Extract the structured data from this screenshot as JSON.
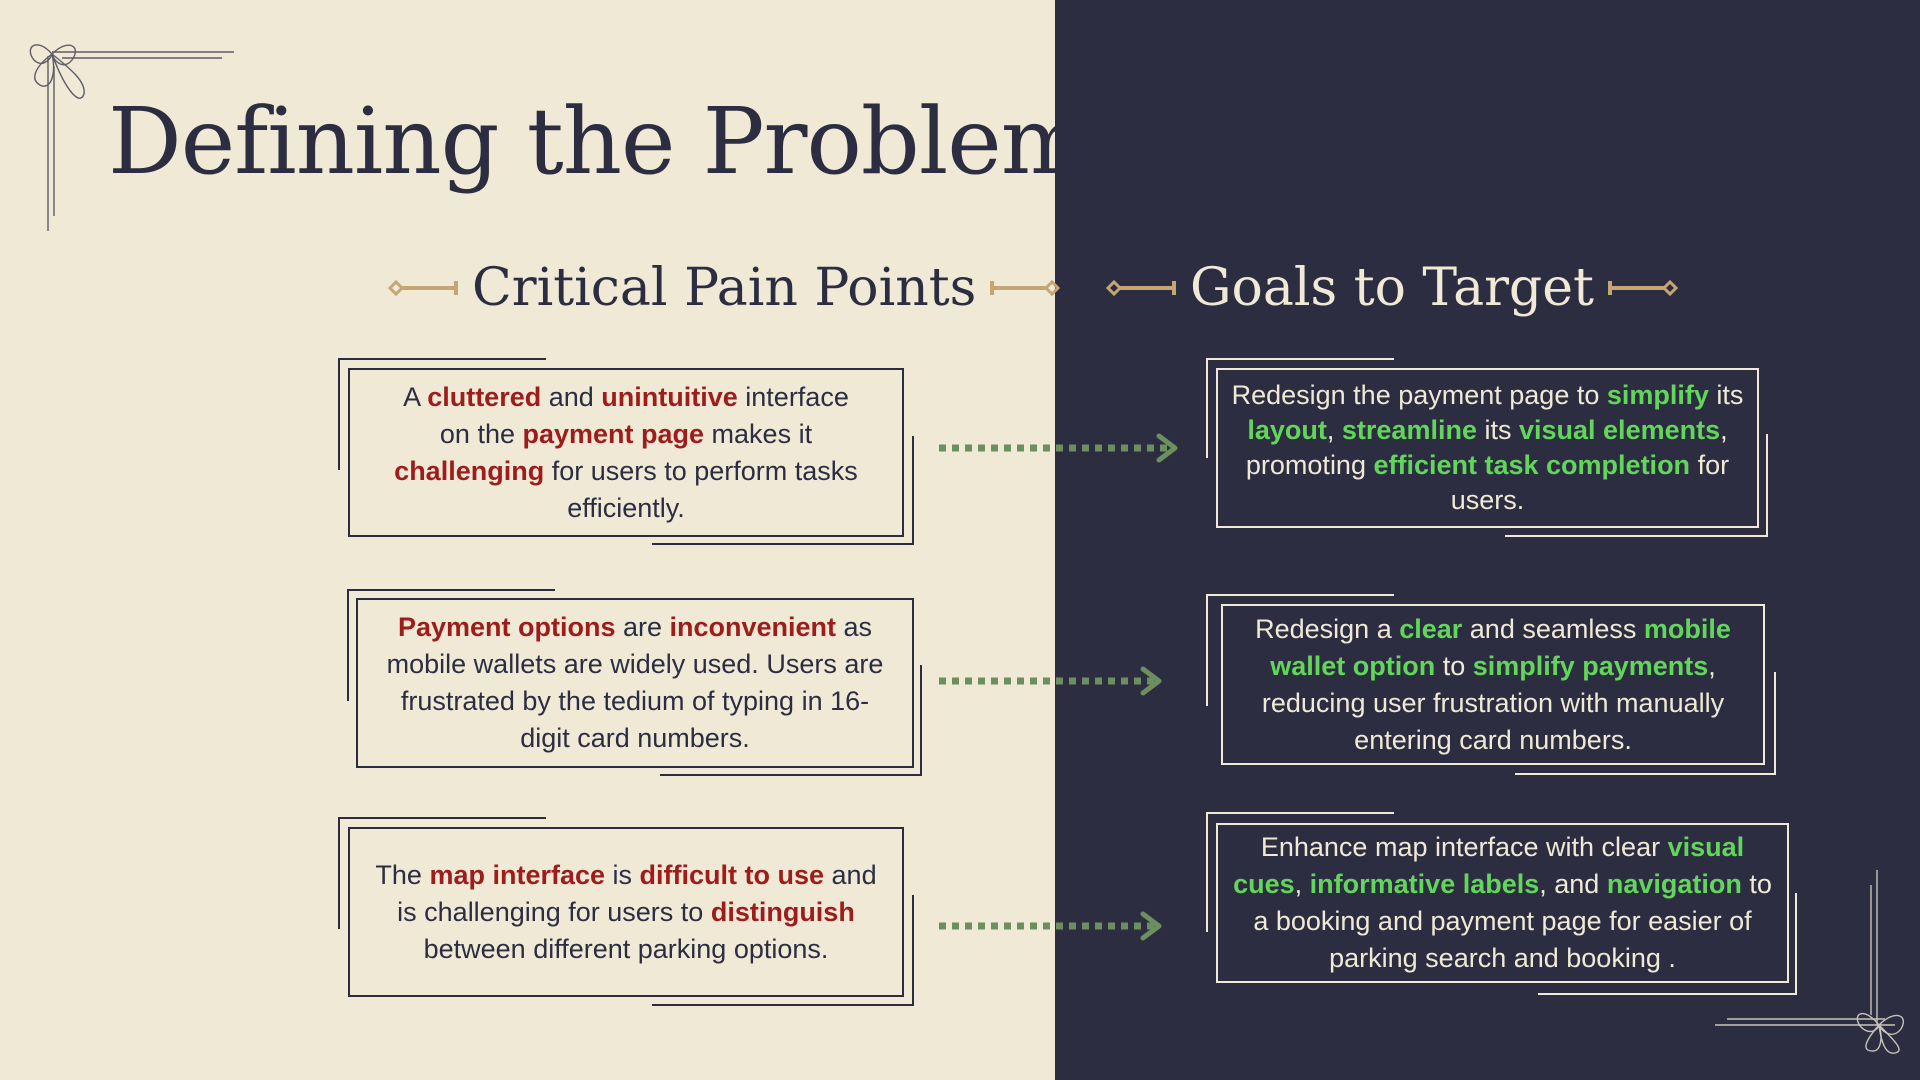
{
  "title": "Defining the Problem",
  "pain_points": {
    "heading": "Critical Pain Points",
    "items": [
      [
        {
          "t": "A ",
          "h": false
        },
        {
          "t": "cluttered",
          "h": true
        },
        {
          "t": " and ",
          "h": false
        },
        {
          "t": "unintuitive",
          "h": true
        },
        {
          "t": " interface on the ",
          "h": false
        },
        {
          "t": "payment page",
          "h": true
        },
        {
          "t": " makes it ",
          "h": false
        },
        {
          "t": "challenging",
          "h": true
        },
        {
          "t": " for users to perform tasks efficiently.",
          "h": false
        }
      ],
      [
        {
          "t": "Payment options",
          "h": true
        },
        {
          "t": " are ",
          "h": false
        },
        {
          "t": "inconvenient",
          "h": true
        },
        {
          "t": " as mobile wallets are widely used. Users are frustrated by the tedium of typing in 16-digit card numbers.",
          "h": false
        }
      ],
      [
        {
          "t": "The ",
          "h": false
        },
        {
          "t": "map interface",
          "h": true
        },
        {
          "t": " is ",
          "h": false
        },
        {
          "t": "difficult to use",
          "h": true
        },
        {
          "t": " and is challenging for users to ",
          "h": false
        },
        {
          "t": "distinguish",
          "h": true
        },
        {
          "t": " between different parking options.",
          "h": false
        }
      ]
    ]
  },
  "goals": {
    "heading": "Goals to Target",
    "items": [
      [
        {
          "t": "Redesign the payment page to ",
          "h": false
        },
        {
          "t": "simplify",
          "h": true
        },
        {
          "t": " its ",
          "h": false
        },
        {
          "t": "layout",
          "h": true
        },
        {
          "t": ", ",
          "h": false
        },
        {
          "t": "streamline",
          "h": true
        },
        {
          "t": " its ",
          "h": false
        },
        {
          "t": "visual elements",
          "h": true
        },
        {
          "t": ", promoting ",
          "h": false
        },
        {
          "t": "efficient task completion",
          "h": true
        },
        {
          "t": " for users.",
          "h": false
        }
      ],
      [
        {
          "t": "Redesign a ",
          "h": false
        },
        {
          "t": "clear",
          "h": true
        },
        {
          "t": " and seamless ",
          "h": false
        },
        {
          "t": "mobile wallet option",
          "h": true
        },
        {
          "t": " to ",
          "h": false
        },
        {
          "t": "simplify payments",
          "h": true
        },
        {
          "t": ", reducing user frustration with manually entering card numbers.",
          "h": false
        }
      ],
      [
        {
          "t": "Enhance map interface with clear ",
          "h": false
        },
        {
          "t": "visual cues",
          "h": true
        },
        {
          "t": ", ",
          "h": false
        },
        {
          "t": "informative labels",
          "h": true
        },
        {
          "t": ", and ",
          "h": false
        },
        {
          "t": "navigation",
          "h": true
        },
        {
          "t": " to a booking and payment page for easier of parking search and booking .",
          "h": false
        }
      ]
    ]
  },
  "colors": {
    "cream": "#efe9d6",
    "navy": "#2d2d42",
    "pain_highlight": "#9e1c1c",
    "goal_highlight": "#62d65a",
    "arrow": "#6b8f5e",
    "ornament": "#c4a574"
  }
}
